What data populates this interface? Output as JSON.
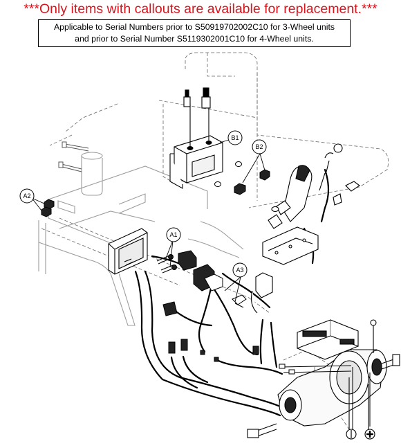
{
  "header": {
    "warning": "***Only items with callouts are available for replacement.***",
    "warning_color": "#d8141c"
  },
  "note": {
    "line1": "Applicable to Serial Numbers prior to S50919702002C10 for 3-Wheel units",
    "line2": "and prior to Serial Number S5119302001C10 for 4-Wheel units."
  },
  "callouts": {
    "b1": "B1",
    "b2": "B2",
    "a1": "A1",
    "a2": "A2",
    "a3": "A3"
  },
  "symbols": {
    "negative": "minus-terminal-icon",
    "positive": "plus-terminal-icon"
  }
}
